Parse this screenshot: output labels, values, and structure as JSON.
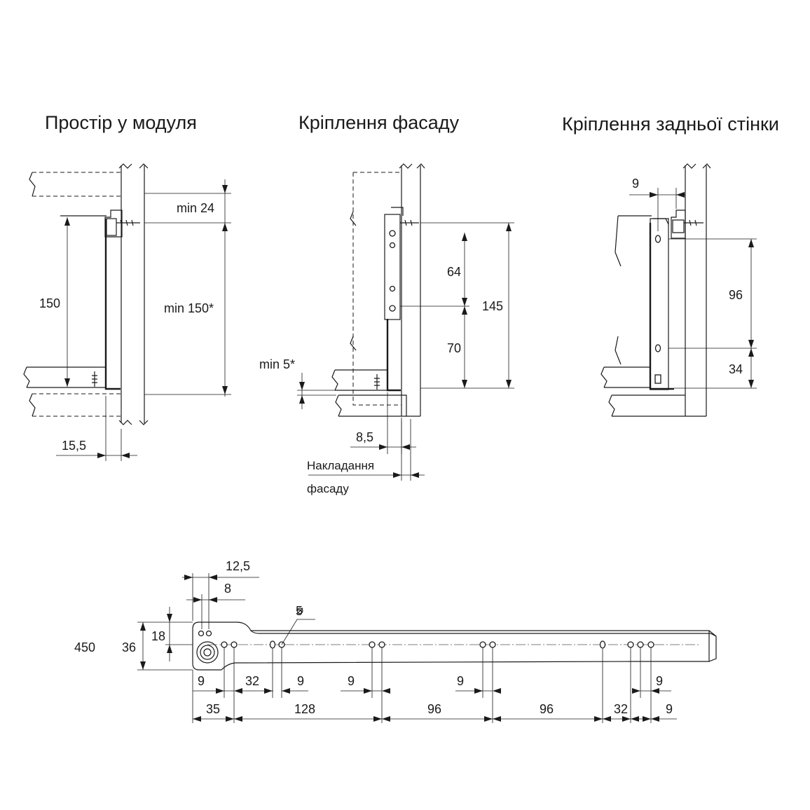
{
  "titles": {
    "module_space": "Простір у модуля",
    "front_mount": "Кріплення фасаду",
    "back_mount": "Кріплення задньої стінки"
  },
  "module_view": {
    "min_top": "min 24",
    "height": "150",
    "min_height": "min 150*",
    "offset": "15,5"
  },
  "front_view": {
    "min_gap": "min 5*",
    "top_spacing": "64",
    "bottom_spacing": "70",
    "total_height": "145",
    "setback": "8,5",
    "overlay_line1": "Накладання",
    "overlay_line2": "фасаду"
  },
  "back_view": {
    "offset": "9",
    "upper_spacing": "96",
    "lower_spacing": "34"
  },
  "rail_view": {
    "length": "450",
    "height": "36",
    "half_height": "18",
    "top_dim_1": "12,5",
    "top_dim_2": "8",
    "hole_diameter": "5",
    "bottom_row_1": [
      "9",
      "32",
      "9",
      "9",
      "9",
      "9"
    ],
    "bottom_row_2": [
      "35",
      "128",
      "96",
      "96",
      "32",
      "9"
    ]
  }
}
